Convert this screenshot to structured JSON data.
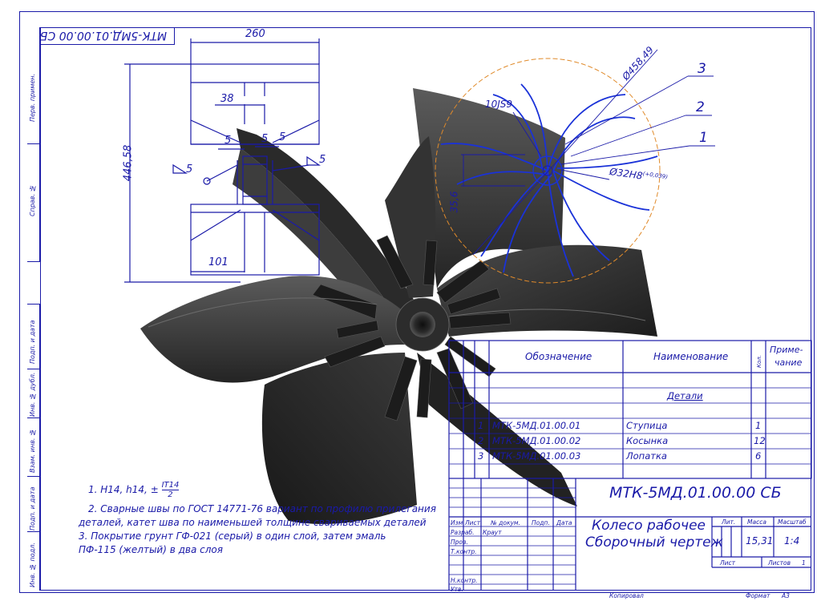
{
  "drawing": {
    "rotated_code": "МТК-5МД.01.00.00 СБ",
    "colors": {
      "line": "#1a1aa8",
      "body": "#2b2b2b",
      "orange": "#e08a2a",
      "blue_contour": "#1a32d8"
    }
  },
  "side_strip": {
    "top_labels": [
      "Перв. примен.",
      "Справ. №"
    ],
    "bottom_labels": [
      "Подп. и дата",
      "Инв. № дубл.",
      "Взам. инв. №",
      "Подп. и дата",
      "Инв. № подл."
    ]
  },
  "dimensions": {
    "width_260": "260",
    "height_446": "446,58",
    "d38": "38",
    "d5a": "5",
    "d5b": "5",
    "d5c": "5",
    "weld5": "5",
    "d101": "101",
    "diam_outer": "Ø458,49",
    "fit_10": "10JS9",
    "diam_hub": "Ø32H8",
    "diam_hub_tol": "(+0,039)",
    "d35_6": "35,6",
    "pos1": "1",
    "pos2": "2",
    "pos3": "3"
  },
  "notes": {
    "n1": "1. H14, h14, ±",
    "n1_num": "IT14",
    "n1_den": "2",
    "n2a": "2. Сварные швы по ГОСТ 14771-76 вариант по профилю прилегания",
    "n2b": "деталей, катет шва по наименьшей толщине свариваемых деталей",
    "n3a": "3. Покрытие грунт ГФ-021 (серый) в один слой, затем эмаль",
    "n3b": "ПФ-115 (желтый) в два слоя"
  },
  "spec_table": {
    "header_designation": "Обозначение",
    "header_name": "Наименование",
    "header_qty": "Кол.",
    "header_note_1": "Приме-",
    "header_note_2": "чание",
    "section": "Детали",
    "rows": [
      {
        "pos": "1",
        "designation": "МТК-5МД.01.00.01",
        "name": "Ступица",
        "qty": "1"
      },
      {
        "pos": "2",
        "designation": "МТК-5МД.01.00.02",
        "name": "Косынка",
        "qty": "12"
      },
      {
        "pos": "3",
        "designation": "МТК-5МД.01.00.03",
        "name": "Лопатка",
        "qty": "6"
      }
    ]
  },
  "title_block": {
    "code": "МТК-5МД.01.00.00 СБ",
    "name_1": "Колесо рабочее",
    "name_2": "Сборочный чертеж",
    "col_izm": "Изм",
    "col_list": "Лист",
    "col_doc": "№ докум.",
    "col_sign": "Подп.",
    "col_date": "Дата",
    "row_razrab": "Разраб.",
    "razrab_name": "Краут",
    "row_prov": "Пров.",
    "row_tkontr": "Т.контр.",
    "row_nkontr": "Н.контр.",
    "row_utv": "Утв.",
    "lit": "Лит.",
    "mass_label": "Масса",
    "scale_label": "Масштаб",
    "mass": "15,31",
    "scale": "1:4",
    "sheet_label": "Лист",
    "sheets_label": "Листов",
    "sheets": "1",
    "copied": "Копировал",
    "format_label": "Формат",
    "format": "А3"
  }
}
